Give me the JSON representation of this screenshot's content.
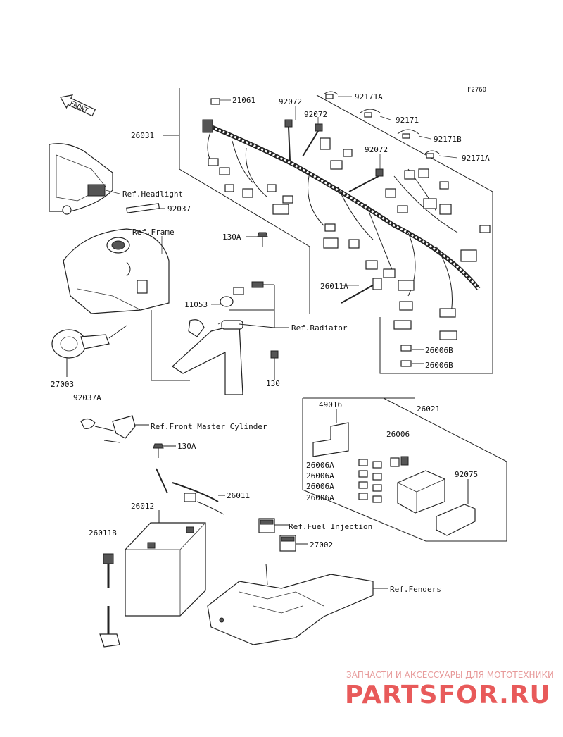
{
  "figure_code": "F2760",
  "front_arrow": "FRONT",
  "part_numbers": {
    "p21061": "21061",
    "p92072a": "92072",
    "p92072b": "92072",
    "p92072c": "92072",
    "p92171a_1": "92171A",
    "p92171": "92171",
    "p92171b": "92171B",
    "p92171a_2": "92171A",
    "p26031": "26031",
    "p92037": "92037",
    "p130a_1": "130A",
    "p26011a": "26011A",
    "p11053": "11053",
    "p27003": "27003",
    "p92037a": "92037A",
    "p130": "130",
    "p26006b_1": "26006B",
    "p26006b_2": "26006B",
    "p49016": "49016",
    "p26021": "26021",
    "p26006": "26006",
    "p26006a_1": "26006A",
    "p26006a_2": "26006A",
    "p26006a_3": "26006A",
    "p26006a_4": "26006A",
    "p92075": "92075",
    "p130a_2": "130A",
    "p26011": "26011",
    "p26012": "26012",
    "p26011b": "26011B",
    "p27002": "27002"
  },
  "references": {
    "headlight": "Ref.Headlight",
    "frame": "Ref.Frame",
    "radiator": "Ref.Radiator",
    "front_master_cylinder": "Ref.Front Master Cylinder",
    "fuel_injection": "Ref.Fuel Injection",
    "fenders": "Ref.Fenders"
  },
  "watermark": {
    "tagline": "ЗАПЧАСТИ И АКСЕССУАРЫ ДЛЯ МОТОТЕХНИКИ",
    "brand": "PARTSFOR.RU"
  }
}
